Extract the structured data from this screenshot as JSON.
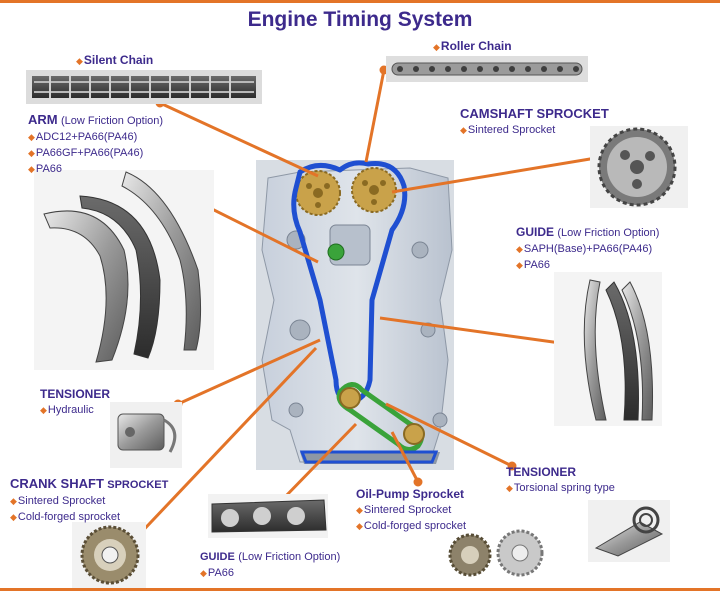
{
  "title": "Engine Timing System",
  "colors": {
    "accent": "#e37428",
    "heading": "#3d2a8c",
    "chain": "#1f4fd1",
    "sprocket": "#c9a24a",
    "pump_chain": "#3aa33a"
  },
  "parts": {
    "silent_chain": {
      "name": "Silent Chain"
    },
    "roller_chain": {
      "name": "Roller Chain"
    },
    "arm": {
      "name": "ARM",
      "note": "(Low Friction Option)",
      "options": [
        "ADC12+PA66(PA46)",
        "PA66GF+PA66(PA46)",
        "PA66"
      ]
    },
    "camshaft_sprocket": {
      "name": "CAMSHAFT SPROCKET",
      "options": [
        "Sintered Sprocket"
      ]
    },
    "guide_right": {
      "name": "GUIDE",
      "note": "(Low Friction Option)",
      "options": [
        "SAPH(Base)+PA66(PA46)",
        "PA66"
      ]
    },
    "tensioner_left": {
      "name": "TENSIONER",
      "options": [
        "Hydraulic"
      ]
    },
    "crank_shaft_sprocket": {
      "name": "CRANK SHAFT",
      "name2": "SPROCKET",
      "options": [
        "Sintered Sprocket",
        "Cold-forged sprocket"
      ]
    },
    "oil_pump_sprocket": {
      "name": "Oil-Pump Sprocket",
      "options": [
        "Sintered Sprocket",
        "Cold-forged sprocket"
      ]
    },
    "tensioner_right": {
      "name": "TENSIONER",
      "options": [
        "Torsional spring type"
      ]
    },
    "guide_bottom": {
      "name": "GUIDE",
      "note": "(Low Friction Option)",
      "options": [
        "PA66"
      ]
    }
  }
}
